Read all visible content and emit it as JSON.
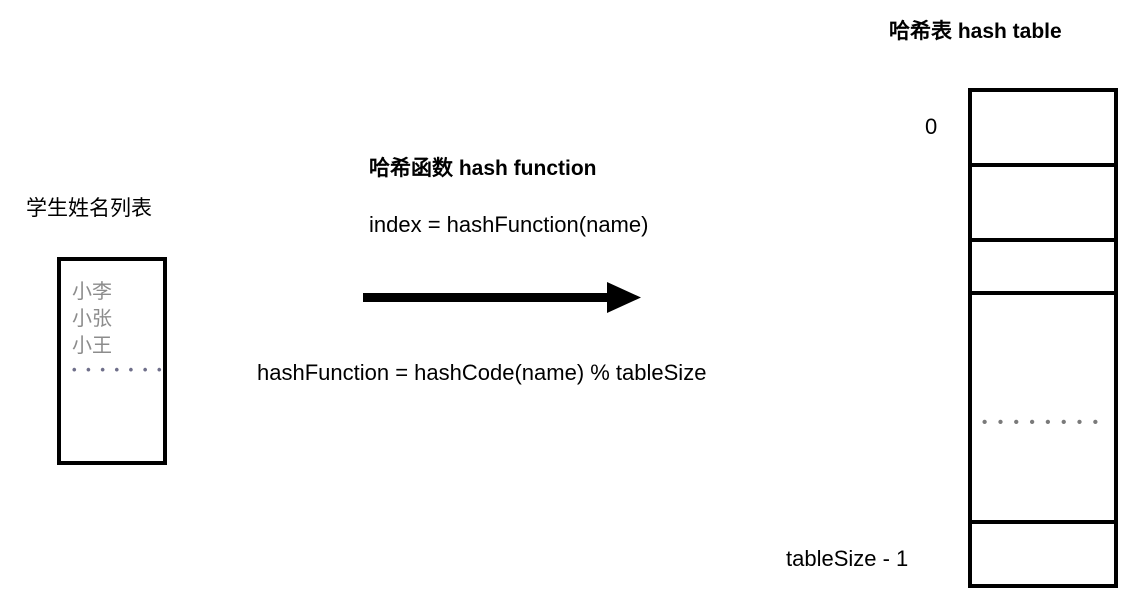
{
  "diagram": {
    "background": "#ffffff",
    "ink": "#000000",
    "muted_text": "#8c8c8c"
  },
  "hash_table": {
    "title": "哈希表 hash table",
    "first_index_label": "0",
    "last_index_label": "tableSize - 1",
    "cell_ellipsis": "• • • • • • • •",
    "cells": [
      {
        "id": "slot-0",
        "content": ""
      },
      {
        "id": "slot-1",
        "content": ""
      },
      {
        "id": "slot-2",
        "content": ""
      },
      {
        "id": "slot-middle",
        "content": ""
      },
      {
        "id": "slot-last",
        "content": ""
      }
    ]
  },
  "student_list": {
    "title": "学生姓名列表",
    "names": "小李\n小张\n小王",
    "ellipsis": "• • • • • • •"
  },
  "hash_function": {
    "title": "哈希函数 hash function",
    "expression": "index = hashFunction(name)",
    "definition": "hashFunction = hashCode(name) % tableSize"
  },
  "arrow": {
    "name": "flow-arrow-right",
    "direction": "right"
  }
}
